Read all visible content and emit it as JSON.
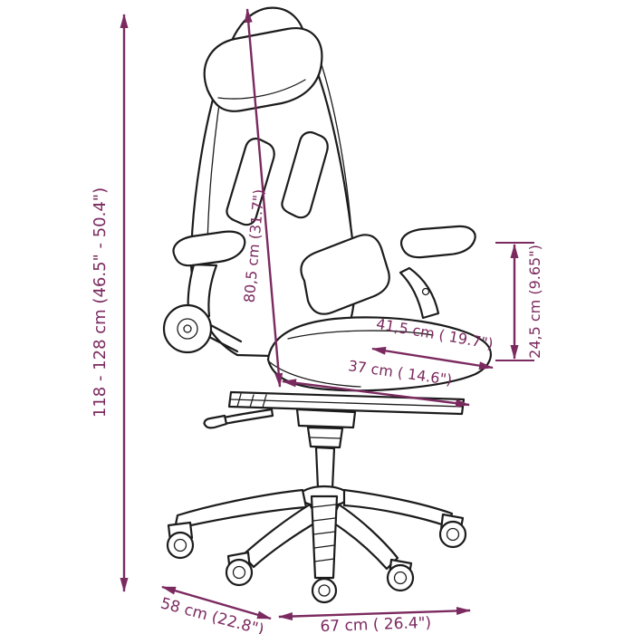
{
  "diagram": {
    "type": "product-dimension-diagram",
    "illustration": "gaming-chair-with-footrest",
    "colors": {
      "dimension": "#7b2a5f",
      "line": "#1c1c1c",
      "background": "#ffffff"
    },
    "dimensions": {
      "overall_height": "118 - 128 cm (46.5\" - 50.4\")",
      "backrest_height": "80,5 cm (31.7\")",
      "armrest_height": "24,5 cm (9.65\")",
      "seat_width": "41,5 cm ( 19.7\")",
      "seat_depth": "37 cm ( 14.6\")",
      "base_depth": "58 cm (22.8\")",
      "base_width": "67 cm ( 26.4\")"
    }
  }
}
